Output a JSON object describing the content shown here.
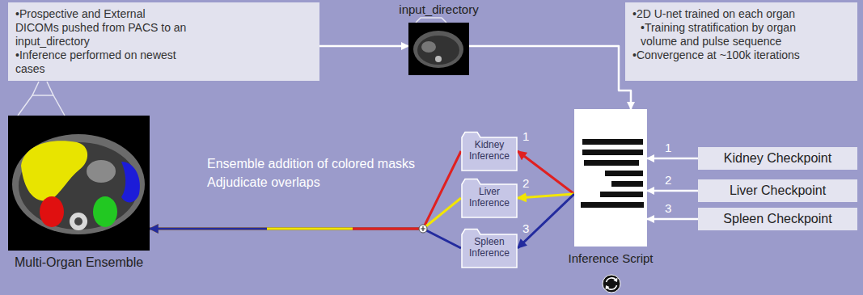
{
  "diagram": {
    "nodes": [
      {
        "text": [
          "•Prospective and External DICOMs pushed from PACS to an input_directory",
          "•Inference performed on newest cases"
        ]
      },
      {
        "text": [
          "input_directory"
        ]
      },
      {
        "text": [
          "•2D U-net trained on each organ",
          "•Training stratification by organ volume and pulse sequence",
          "•Convergence at ~100k iterations"
        ]
      },
      {
        "text": [
          "Kidney Inference"
        ]
      },
      {
        "text": [
          "Liver Inference"
        ]
      },
      {
        "text": [
          "Spleen Inference"
        ]
      },
      {
        "text": [
          "Inference Script"
        ]
      },
      {
        "text": [
          "Kidney Checkpoint"
        ]
      },
      {
        "text": [
          "Liver Checkpoint"
        ]
      },
      {
        "text": [
          "Spleen Checkpoint"
        ]
      },
      {
        "text": [
          "Multi-Organ Ensemble"
        ]
      }
    ],
    "edges": [
      {
        "from": 0,
        "to": 1,
        "arrow": "to"
      },
      {
        "from": 1,
        "to": 6,
        "arrow": "to"
      },
      {
        "from": 6,
        "to": 3,
        "arrow": "to"
      },
      {
        "from": 6,
        "to": 4,
        "arrow": "to"
      },
      {
        "from": 6,
        "to": 5,
        "arrow": "to"
      },
      {
        "from": 3,
        "to": 10,
        "arrow": "to"
      },
      {
        "from": 4,
        "to": 10,
        "arrow": "to"
      },
      {
        "from": 5,
        "to": 10,
        "arrow": "to"
      },
      {
        "from": 7,
        "to": 6,
        "arrow": "to"
      },
      {
        "from": 8,
        "to": 6,
        "arrow": "to"
      },
      {
        "from": 9,
        "to": 6,
        "arrow": "to"
      }
    ],
    "labels": [
      "1",
      "2",
      "3",
      "Ensemble addition of colored masks",
      "Adjudicate overlaps",
      "1",
      "2",
      "3"
    ]
  }
}
